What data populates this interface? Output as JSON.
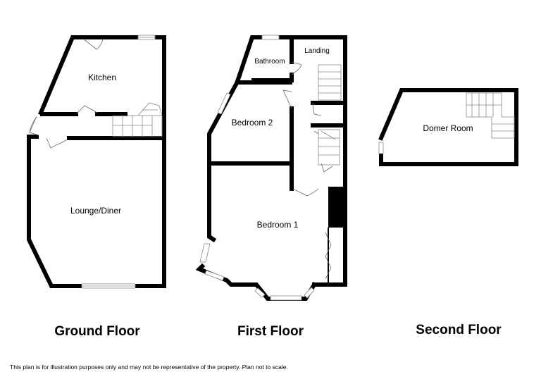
{
  "floors": [
    {
      "title": "Ground Floor",
      "rooms": [
        "Kitchen",
        "Lounge/Diner"
      ]
    },
    {
      "title": "First Floor",
      "rooms": [
        "Bathroom",
        "Landing",
        "Bedroom 2",
        "Bedroom 1"
      ]
    },
    {
      "title": "Second Floor",
      "rooms": [
        "Domer Room"
      ]
    }
  ],
  "disclaimer": "This plan is for illustration purposes only and may not be representative of the property. Plan not to scale.",
  "colors": {
    "wall": "#000000",
    "thin_line": "#888888",
    "background": "#ffffff"
  }
}
